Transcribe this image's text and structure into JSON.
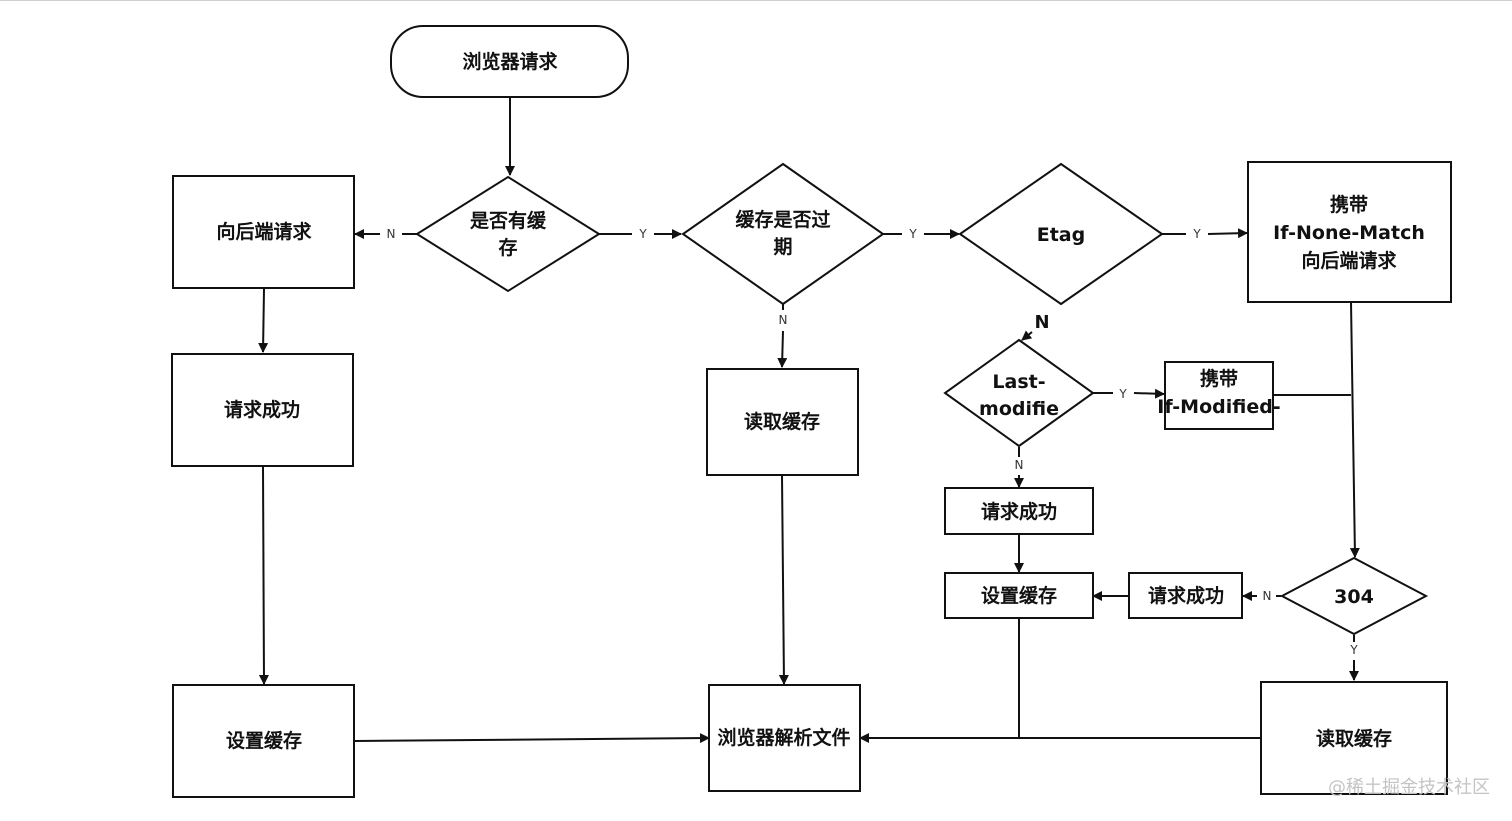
{
  "nodes": {
    "start": "浏览器请求",
    "has_cache": [
      "是否有缓",
      "存"
    ],
    "backend_request": "向后端请求",
    "request_success_left": "请求成功",
    "set_cache_left": "设置缓存",
    "expired": [
      "缓存是否过",
      "期"
    ],
    "read_cache_mid": "读取缓存",
    "browser_parse": "浏览器解析文件",
    "etag": "Etag",
    "carry_none_match": [
      "携带",
      "If-None-Match",
      "向后端请求"
    ],
    "last_modified": [
      "Last-",
      "modifie"
    ],
    "carry_modified": [
      "携带",
      "If-Modified-"
    ],
    "request_success_a": "请求成功",
    "set_cache_right": "设置缓存",
    "request_success_b": "请求成功",
    "status_304": "304",
    "read_cache_right": "读取缓存"
  },
  "edge_labels": {
    "has_cache_no": "N",
    "has_cache_yes": "Y",
    "expired_yes": "Y",
    "expired_no": "N",
    "etag_yes": "Y",
    "etag_no": "N",
    "last_modified_yes": "Y",
    "last_modified_no": "N",
    "status_304_no": "N",
    "status_304_yes": "Y"
  },
  "watermark": "@稀土掘金技术社区",
  "colors": {
    "stroke": "#111111",
    "background": "#ffffff",
    "watermark": "#c4c4c4"
  }
}
